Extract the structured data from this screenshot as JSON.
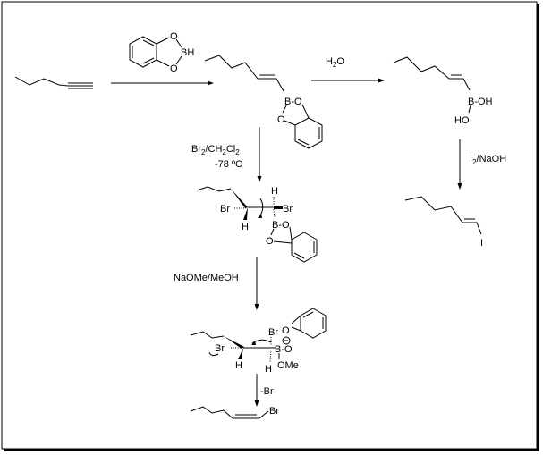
{
  "reagents": {
    "catecholborane_bh": "BH",
    "o": "O",
    "water_h": "H",
    "water_sub": "2",
    "water_o": "O",
    "bromine": [
      "Br",
      "2",
      "/CH",
      "2",
      "Cl",
      "2"
    ],
    "temperature": "-78 ºC",
    "iodine": [
      "I",
      "2",
      "/NaOH"
    ],
    "methoxide": "NaOMe/MeOH",
    "leaving": "-Br"
  },
  "atoms": {
    "b": "B",
    "b_o": "B-O",
    "b_oh": "B-OH",
    "ho": "HO",
    "i": "I",
    "br": "Br",
    "h": "H",
    "ome": "OMe"
  }
}
